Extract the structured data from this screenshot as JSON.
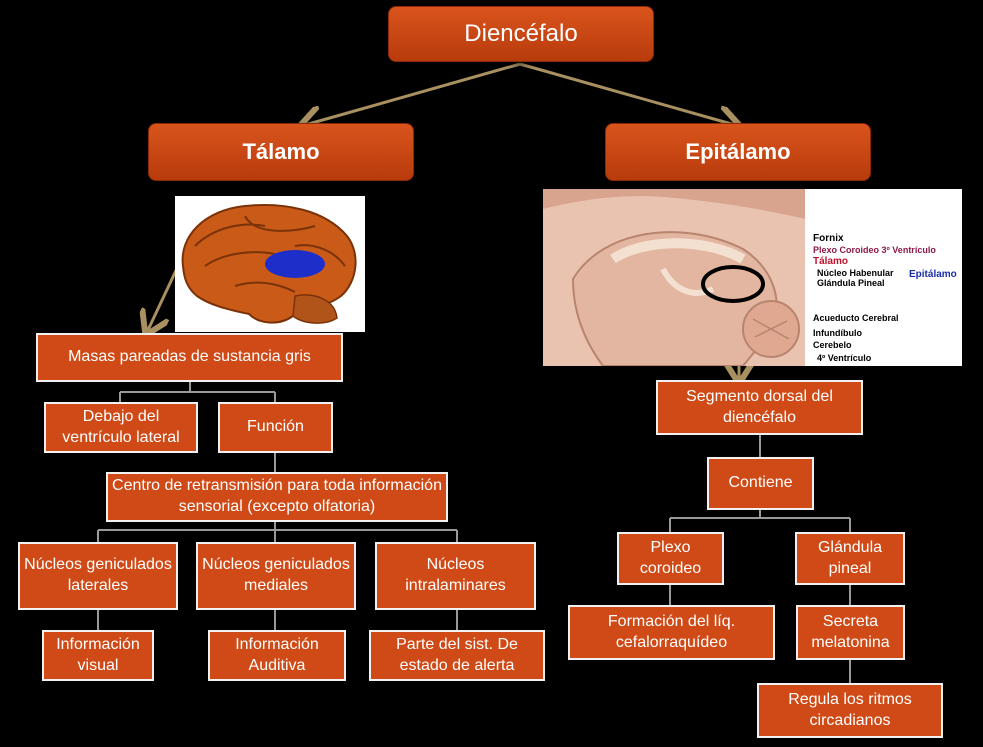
{
  "root": {
    "label": "Diencéfalo"
  },
  "thalamus": {
    "label": "Tálamo",
    "desc": "Masas pareadas de sustancia gris",
    "location": "Debajo del ventrículo lateral",
    "function": "Función",
    "relay": "Centro de retransmisión para toda información sensorial (excepto olfatoria)",
    "nuclei": [
      {
        "name": "Núcleos geniculados laterales",
        "info": "Información visual"
      },
      {
        "name": "Núcleos geniculados mediales",
        "info": "Información Auditiva"
      },
      {
        "name": "Núcleos intralaminares",
        "info": "Parte del sist. De estado de alerta"
      }
    ]
  },
  "epithalamus": {
    "label": "Epitálamo",
    "desc": "Segmento dorsal del diencéfalo",
    "contains": "Contiene",
    "plexus": {
      "name": "Plexo coroideo",
      "info": "Formación del líq. cefalorraquídeo"
    },
    "pineal": {
      "name": "Glándula pineal",
      "info": "Secreta melatonina",
      "info2": "Regula los ritmos circadianos"
    }
  },
  "figure_labels": {
    "fornix": "Fornix",
    "plexo": "Plexo Coroideo 3º Ventrículo",
    "talamo": "Tálamo",
    "habenular": "Núcleo Habenular",
    "pineal": "Glándula Pineal",
    "epitalamo": "Epitálamo",
    "acueducto": "Acueducto Cerebral",
    "infundibulo": "Infundíbulo",
    "cerebelo": "Cerebelo",
    "ventriculo": "4º Ventrículo"
  },
  "colors": {
    "box": "#cf4a16",
    "arrow": "#a89060",
    "connector": "#999999"
  }
}
